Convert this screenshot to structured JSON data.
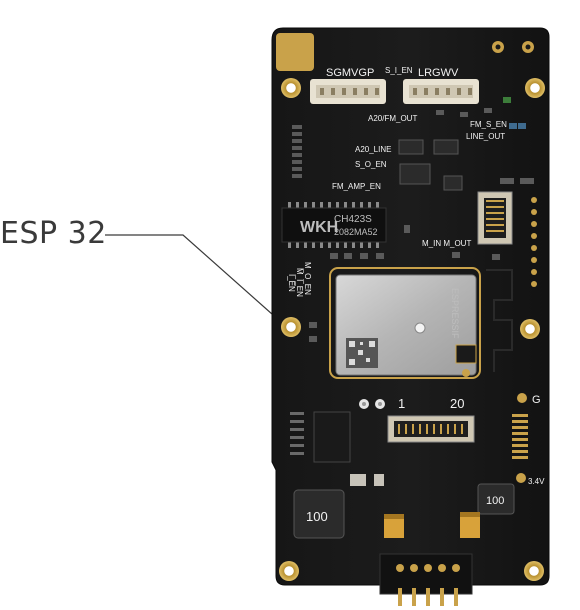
{
  "callout": {
    "label": "ESP 32"
  },
  "silkscreen": {
    "connector_left": "SGMVGP",
    "connector_right": "LRGWV",
    "s_i_en": "S_I_EN",
    "a20_fm_out": "A20/FM_OUT",
    "fm_s_en": "FM_S_EN",
    "line_out": "LINE_OUT",
    "a20_line": "A20_LINE",
    "s_o_en": "S_O_EN",
    "fm_amp_en": "FM_AMP_EN",
    "m_in_m_out": "M_IN M_OUT",
    "m_i_en": "M_I_EN",
    "m_o_en": "M_O_EN",
    "i_en": "I_EN",
    "pin_1": "1",
    "pin_20": "20",
    "g_label": "G",
    "voltage": "3.4V"
  },
  "components": {
    "amp_chip_brand": "WKH",
    "amp_chip_model": "CH423S",
    "amp_chip_code": "2082MA52",
    "esp_module_brand": "ESPRESSIF",
    "inductor_left_value": "100",
    "inductor_right_value": "100"
  },
  "colors": {
    "pcb": "#141414",
    "pcb_edge": "#0a0a0a",
    "gold": "#c9a24a",
    "silk": "#f2f2f2",
    "shield": "#bdbdbd",
    "leader_line": "#3a3a3a"
  }
}
